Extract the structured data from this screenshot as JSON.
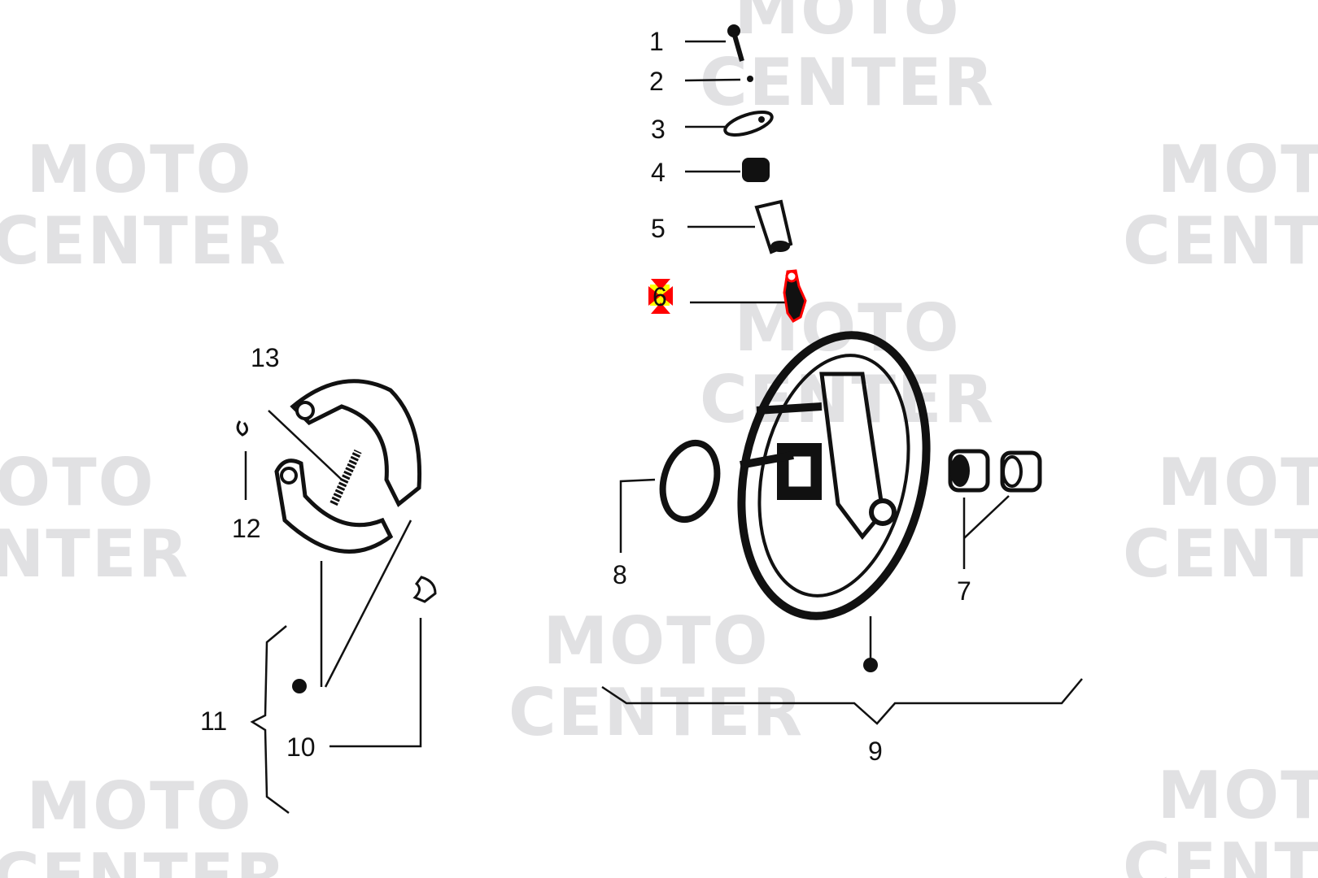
{
  "watermark": {
    "line1": "MOTO",
    "line2": "CENTER"
  },
  "callouts": [
    {
      "id": "1",
      "label": "1"
    },
    {
      "id": "2",
      "label": "2"
    },
    {
      "id": "3",
      "label": "3"
    },
    {
      "id": "4",
      "label": "4"
    },
    {
      "id": "5",
      "label": "5"
    },
    {
      "id": "6",
      "label": "6",
      "selected": true
    },
    {
      "id": "7",
      "label": "7"
    },
    {
      "id": "8",
      "label": "8"
    },
    {
      "id": "9",
      "label": "9"
    },
    {
      "id": "10",
      "label": "10"
    },
    {
      "id": "11",
      "label": "11"
    },
    {
      "id": "12",
      "label": "12"
    },
    {
      "id": "13",
      "label": "13"
    }
  ],
  "colors": {
    "highlight": "#ff0000",
    "marker_fill": "#ffff00",
    "watermark": "#e1e1e3"
  }
}
